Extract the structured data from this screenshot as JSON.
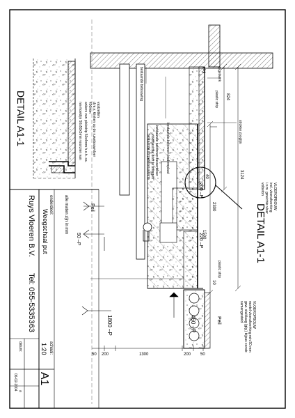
{
  "drawing": {
    "detail_title": "DETAIL A1-1",
    "detail_title_2": "DETAIL A1-1",
    "labels": {
      "tegelwerk": "tegelwerk",
      "plint": "plint",
      "plastic_strip_top": "plastic strip",
      "plastic_strip_bottom": "plastic strip",
      "strokke_zooglijn": "strokke zooglijn",
      "bestaande_bebouwing": "bestaande bebouwing",
      "bestaande_bebouwing_2": "bestaande bebouwing",
      "bestaande_betonnen_tussenvloer": "bestaande betonnen tussenvloer",
      "bestaande_betonnen_bodemplaat": "bestaande betonnen bodemplaat",
      "bestaande_dorpel": "bestaande dorpelvloer waarin",
      "bestaande_dorpel_2": "vloerbascule door te brengen",
      "vloeropbouw_1": "VLOEROPBOUW",
      "vloeropbouw_1b": "incl. vloerafwerking",
      "vloeropbouw_1c": "i.v.m. gewichte vloer",
      "vloeropbouw_1d": "volbeton",
      "vloeropbouw_2": "VLOEROPBOUW",
      "vloeropbouw_2b": "mortel vloerafwerking min.50 mm",
      "vloeropbouw_2c": "gew. stuiklaag (glg.) bijpas constr.",
      "vloeropbouw_2d": "samengesteld",
      "note_1": "rvs-hoeklijn 50x50x5mm voorzien van",
      "note_2": "ankers van plokstrip 50x4mm h.o.h. ca.",
      "note_3": "400mm",
      "note_4": "d.m.v. klinken op de ruwebouwvloer",
      "note_5": "vastzetten",
      "peil_1": "Peil",
      "peil_2": "Peil",
      "alle_maten": "alle maten zijn in mm"
    },
    "dimensions": {
      "d824": "824",
      "d3124": "3124",
      "d2300": "2300",
      "d1500": "1500",
      "d200p": "200 –P",
      "d220p": "220 –P",
      "d460p": "460 –P",
      "d1800p": "1800 –P",
      "d50p": "50 –P",
      "d10": "10",
      "d40": "40",
      "bottom_50": "50",
      "bottom_200a": "200",
      "bottom_1300": "1300",
      "bottom_200b": "200",
      "bottom_50b": "50"
    }
  },
  "title_block": {
    "onderdeel_label": "onderdeel:",
    "onderdeel_value": "Weegschaal put",
    "company": "Ruys Vloeren B.V.",
    "phone": "Tel: 055-5335363",
    "schaal_label": "schaal:",
    "schaal_value": "1:20",
    "datum_label": "datum:",
    "datum_value": "06-02-2004",
    "blad_label": "a",
    "blad_value": "A1"
  }
}
